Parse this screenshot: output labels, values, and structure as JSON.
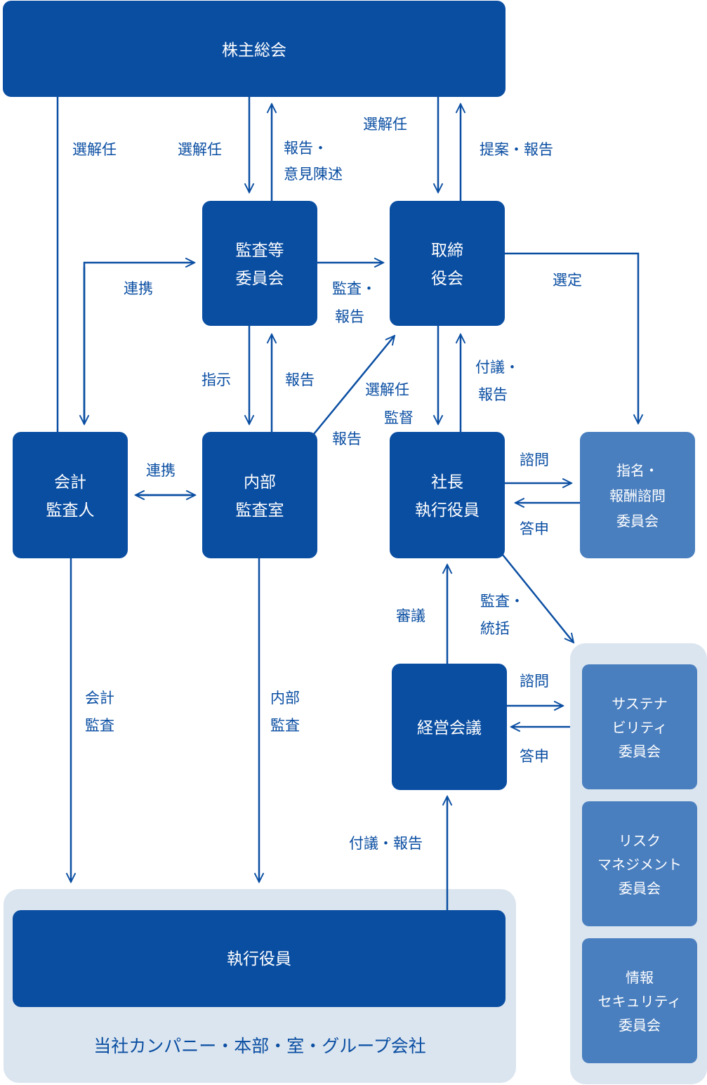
{
  "nodes": {
    "shareholders": "株主総会",
    "audit_committee": [
      "監査等",
      "委員会"
    ],
    "board": [
      "取締",
      "役会"
    ],
    "accounting_auditor": [
      "会計",
      "監査人"
    ],
    "internal_audit": [
      "内部",
      "監査室"
    ],
    "president": [
      "社長",
      "執行役員"
    ],
    "nomination_committee": [
      "指名・",
      "報酬諮問",
      "委員会"
    ],
    "management_meeting": "経営会議",
    "sustainability_committee": [
      "サステナ",
      "ビリティ",
      "委員会"
    ],
    "risk_committee": [
      "リスク",
      "マネジメント",
      "委員会"
    ],
    "infosec_committee": [
      "情報",
      "セキュリティ",
      "委員会"
    ],
    "executive_officers": "執行役員",
    "companies": "当社カンパニー・本部・室・グループ会社"
  },
  "labels": {
    "elect_auditor": "選解任",
    "elect_audit_committee": "選解任",
    "report_opinion": [
      "報告・",
      "意見陳述"
    ],
    "elect_board": "選解任",
    "propose_report": "提案・報告",
    "cooperate_left": "連携",
    "audit_report": [
      "監査・",
      "報告"
    ],
    "select": "選定",
    "instruct": "指示",
    "report_internal": "報告",
    "elect_supervise": [
      "選解任",
      "監督"
    ],
    "report_to_board": "報告",
    "agenda_report_board": [
      "付議・",
      "報告"
    ],
    "cooperate_mid": "連携",
    "consult_top": "諮問",
    "answer_top": "答申",
    "deliberate": "審議",
    "audit_control": [
      "監査・",
      "統括"
    ],
    "consult_bottom": "諮問",
    "answer_bottom": "答申",
    "accounting_audit": [
      "会計",
      "監査"
    ],
    "internal_audit_label": [
      "内部",
      "監査"
    ],
    "agenda_report_meeting": "付議・報告"
  }
}
